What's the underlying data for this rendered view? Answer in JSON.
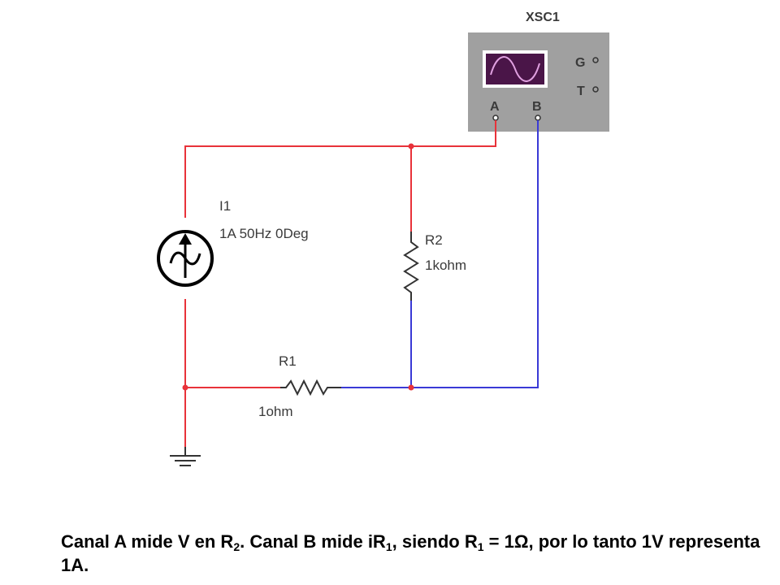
{
  "instrument": {
    "name": "XSC1",
    "port_a": "A",
    "port_b": "B",
    "port_g": "G",
    "port_t": "T"
  },
  "source": {
    "ref": "I1",
    "value": "1A 50Hz 0Deg"
  },
  "r2": {
    "ref": "R2",
    "value": "1kohm"
  },
  "r1": {
    "ref": "R1",
    "value": "1ohm"
  },
  "colors": {
    "wire_a": "#e8323a",
    "wire_b": "#3a3ad6",
    "scope_body": "#a0a0a0",
    "scope_screen": "#4a1548",
    "trace": "#e0a0e0"
  },
  "caption": {
    "p1": "Canal A mide V en R",
    "s1": "2",
    "p2": ". Canal B mide iR",
    "s2": "1",
    "p3": ", siendo R",
    "s3": "1",
    "p4": " = 1Ω, por lo tanto 1V representa 1A."
  }
}
